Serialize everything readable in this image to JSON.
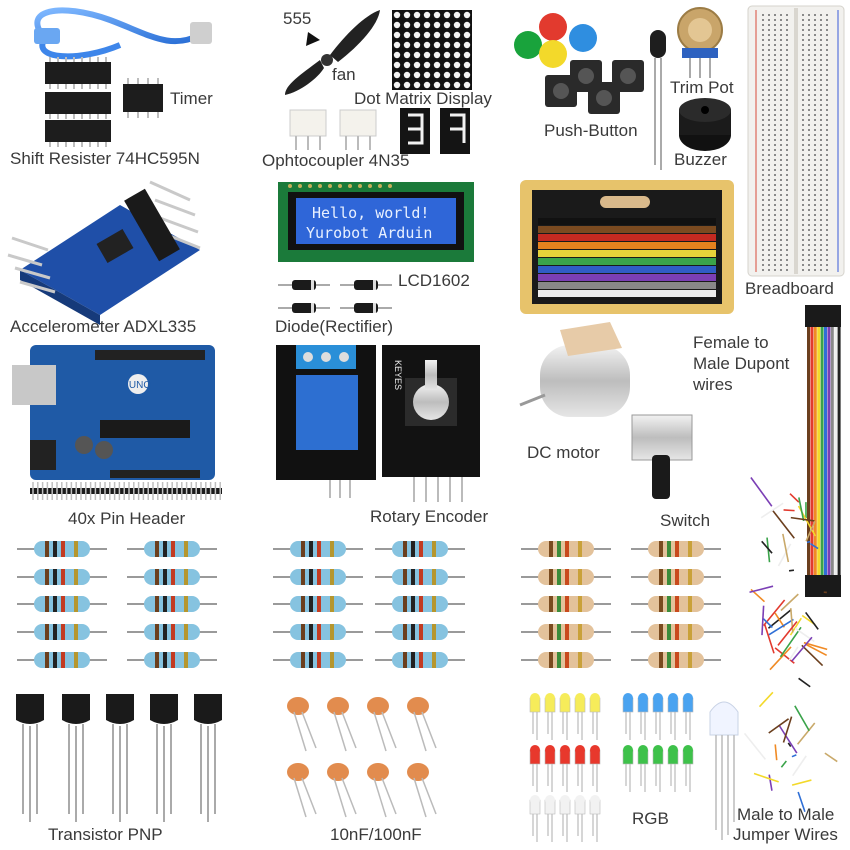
{
  "labels": {
    "shift": "Shift Resister 74HC595N",
    "timer": "Timer",
    "n555": "555",
    "fan": "fan",
    "dotmatrix": "Dot Matrix Display",
    "opto": "Ophtocoupler 4N35",
    "pushbutton": "Push-Button",
    "trimpot": "Trim Pot",
    "buzzer": "Buzzer",
    "breadboard": "Breadboard",
    "accel": "Accelerometer ADXL335",
    "lcd1602": "LCD1602",
    "diode": "Diode(Rectifier)",
    "female1": "Female to",
    "female2": "Male Dupont",
    "female3": "wires",
    "dcmotor": "DC motor",
    "pinheader": "40x Pin Header",
    "rotary": "Rotary Encoder",
    "switch": "Switch",
    "transistor": "Transistor PNP",
    "caps": "10nF/100nF",
    "rgb": "RGB",
    "male1": "Male to Male",
    "male2": "Jumper Wires"
  },
  "lcd": {
    "line1": "Hello, world!",
    "line2": "Yurobot Arduin"
  },
  "board": {
    "uno": "UNO",
    "keyes": "KEYES"
  },
  "colors": {
    "pcb_blue": "#1f4fa8",
    "lcd_blue": "#2f66d8",
    "relay_blue": "#2d6fd1",
    "resistor_blue": "#7fc0de",
    "resistor_tan": "#e6c7a2",
    "chip_black": "#1d1d1d"
  }
}
